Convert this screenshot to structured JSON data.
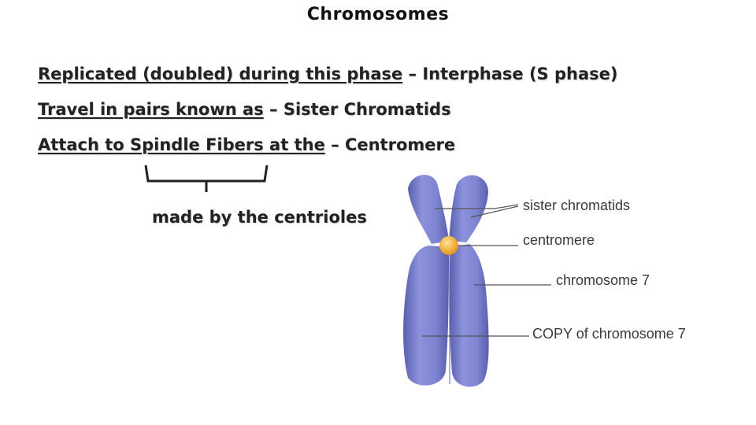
{
  "title": "Chromosomes",
  "lines": [
    {
      "underlined": "Replicated (doubled) during this phase",
      "rest": " – Interphase (S phase)"
    },
    {
      "underlined": "Travel in pairs known as",
      "rest": " – Sister Chromatids"
    },
    {
      "underlined": "Attach to Spindle Fibers at the",
      "rest": " – Centromere"
    }
  ],
  "brace_note": "made by the centrioles",
  "diagram": {
    "labels": {
      "sister": "sister chromatids",
      "centromere": "centromere",
      "chromosome": "chromosome 7",
      "copy": "COPY of chromosome 7"
    },
    "colors": {
      "chromatid": "#7e84d0",
      "chromatid_dark": "#5a5fae",
      "centromere": "#f2b13d"
    }
  }
}
